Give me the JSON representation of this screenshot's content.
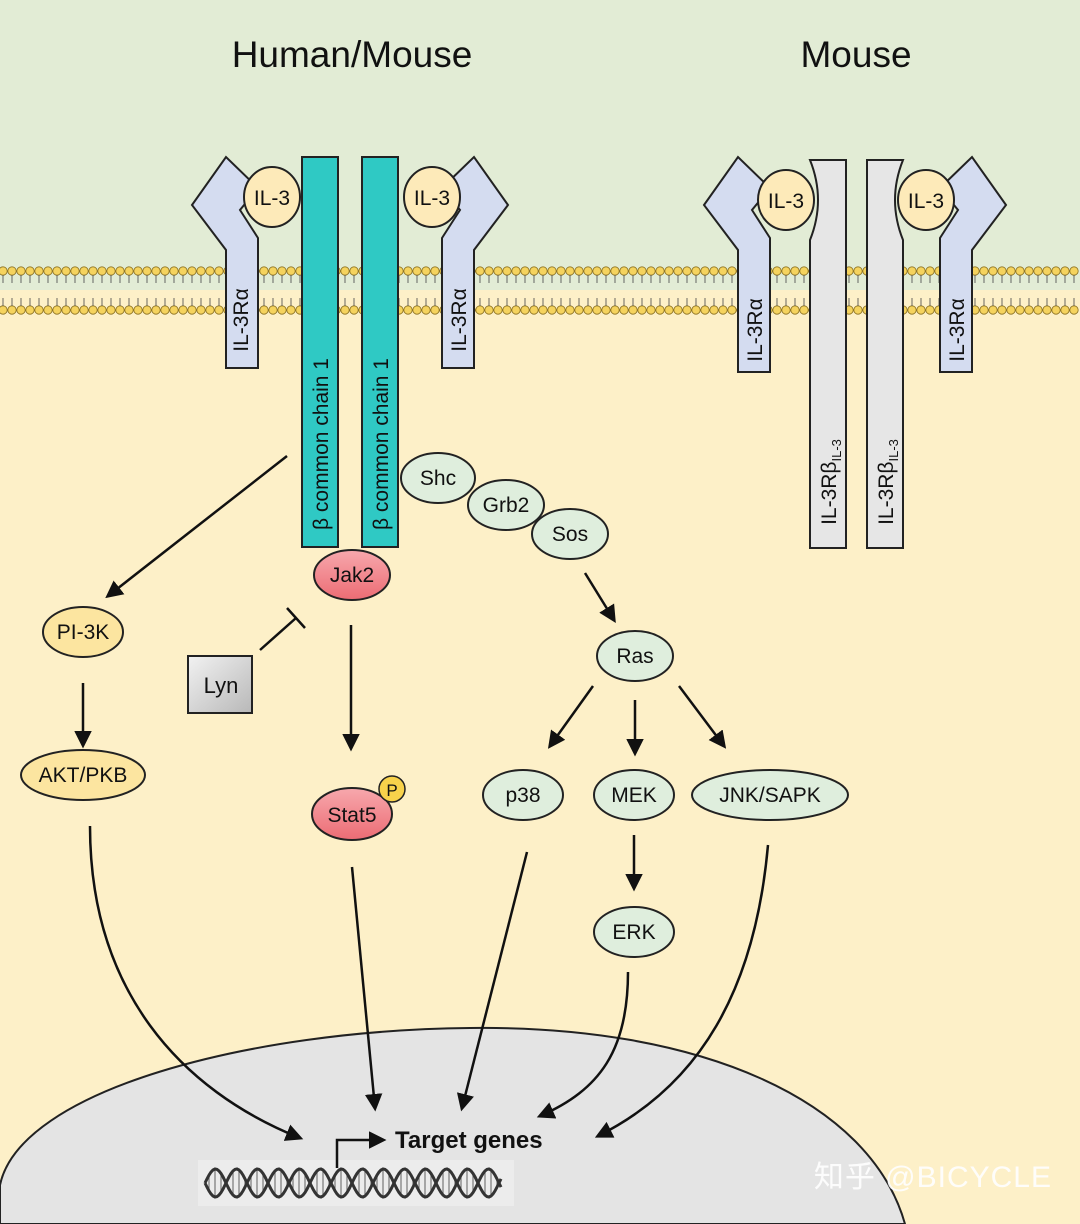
{
  "headings": {
    "left": "Human/Mouse",
    "right": "Mouse"
  },
  "ligand": "IL-3",
  "receptor_alpha": "IL-3Rα",
  "beta_common": "β common chain 1",
  "beta_il3": {
    "main": "IL-3Rβ",
    "sub": "IL-3"
  },
  "nodes": {
    "shc": "Shc",
    "grb2": "Grb2",
    "sos": "Sos",
    "jak2": "Jak2",
    "pi3k": "PI-3K",
    "lyn": "Lyn",
    "akt": "AKT/PKB",
    "stat5": "Stat5",
    "phospho": "P",
    "ras": "Ras",
    "p38": "p38",
    "mek": "MEK",
    "jnk": "JNK/SAPK",
    "erk": "ERK"
  },
  "target": "Target genes",
  "watermark": "知乎 @BICYCLE",
  "colors": {
    "extracellular": "#e2ecd5",
    "cytoplasm": "#fdf0c8",
    "nucleus": "#e4e4e4",
    "membrane_bead": "#f5d35e",
    "alpha_chain": "#d4dcf0",
    "beta_common": "#2fc9c4",
    "beta_il3": "#e6e6e6",
    "ligand": "#fdeab9",
    "green_node": "#dfeedd",
    "red_node": "#f07f86",
    "yellow_node": "#fce5a0"
  }
}
